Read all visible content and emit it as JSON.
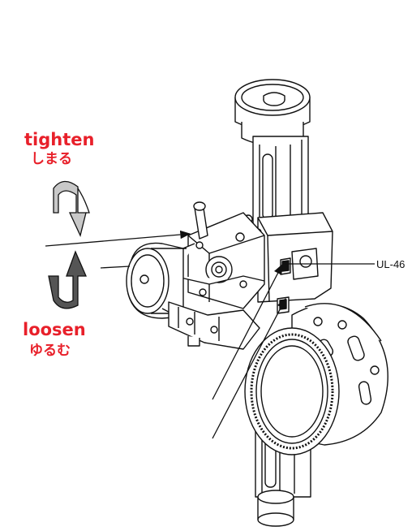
{
  "labels": {
    "tighten_en": "tighten",
    "tighten_ja": "しまる",
    "loosen_en": "loosen",
    "loosen_ja": "ゆるむ",
    "part": "UL-46"
  },
  "colors": {
    "label_red": "#e8202a",
    "tighten_arrow_fill": "#c8c8c8",
    "loosen_arrow_fill": "#555555",
    "line": "#111111"
  },
  "icons": {
    "tighten": "rotate-clockwise-arrow-icon",
    "loosen": "rotate-counterclockwise-arrow-icon"
  }
}
